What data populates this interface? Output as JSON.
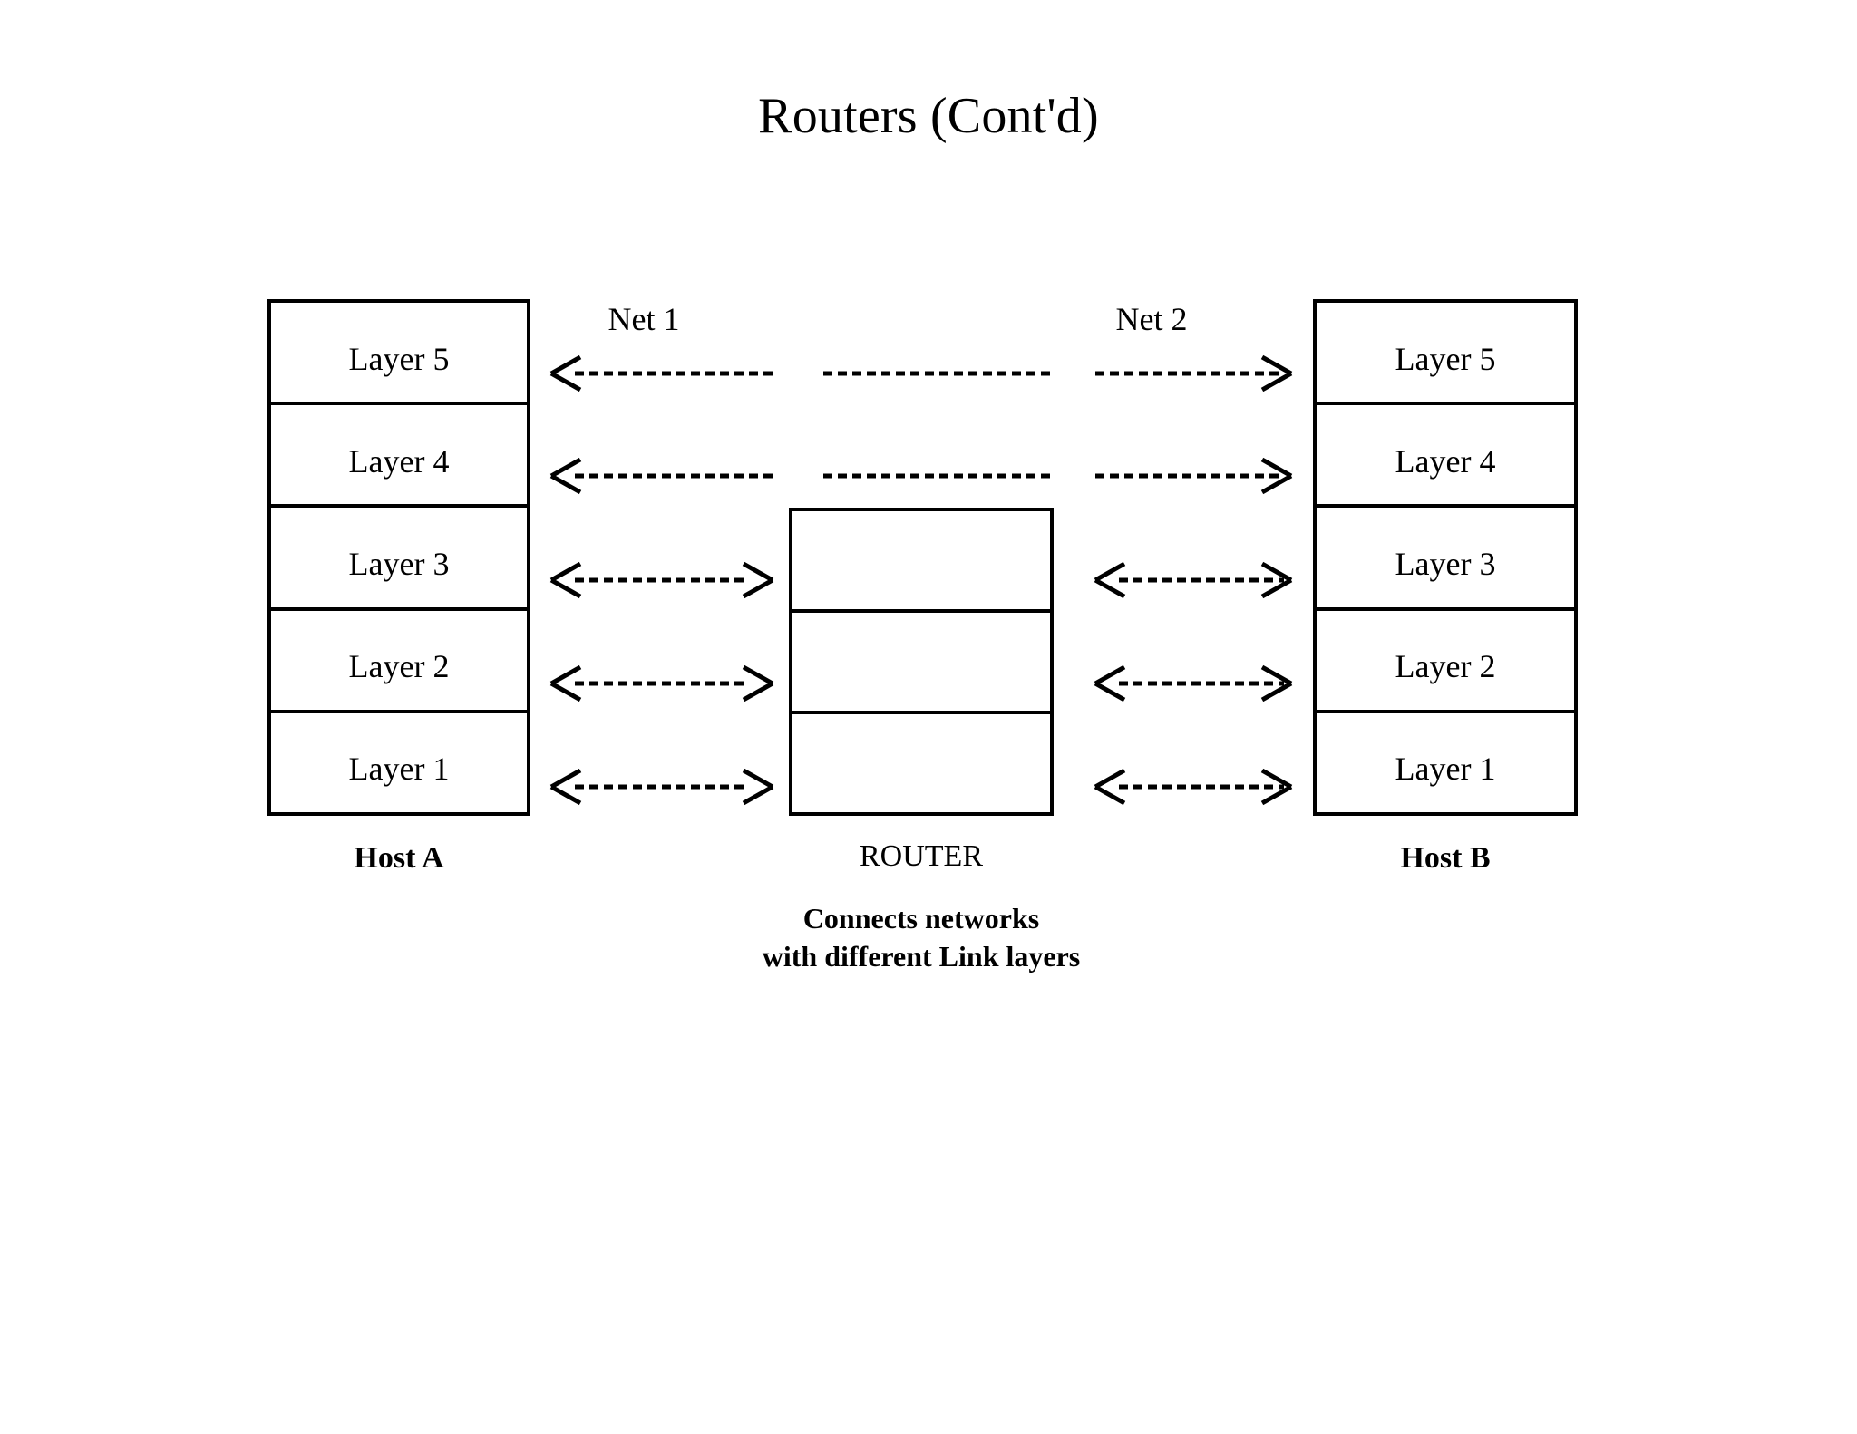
{
  "slide": {
    "title": "Routers (Cont'd)",
    "background_color": "#ffffff",
    "ink_color": "#000000"
  },
  "diagram": {
    "type": "protocol-stack-diagram",
    "hosts": [
      {
        "id": "host-a",
        "caption": "Host A",
        "layers": [
          {
            "label": "Layer 5"
          },
          {
            "label": "Layer 4"
          },
          {
            "label": "Layer 3"
          },
          {
            "label": "Layer 2"
          },
          {
            "label": "Layer 1"
          }
        ]
      },
      {
        "id": "host-b",
        "caption": "Host B",
        "layers": [
          {
            "label": "Layer 5"
          },
          {
            "label": "Layer 4"
          },
          {
            "label": "Layer 3"
          },
          {
            "label": "Layer 2"
          },
          {
            "label": "Layer 1"
          }
        ]
      }
    ],
    "router": {
      "caption": "ROUTER",
      "cells": [
        {
          "label": ""
        },
        {
          "label": ""
        },
        {
          "label": ""
        }
      ],
      "note_line_1": "Connects networks",
      "note_line_2": "with different Link layers"
    },
    "network_labels": [
      {
        "id": "net-1",
        "label": "Net 1"
      },
      {
        "id": "net-2",
        "label": "Net 2"
      }
    ],
    "connections": [
      {
        "layer": "Layer 5",
        "style": "dashed",
        "span": "end-to-end",
        "arrowheads": "both",
        "segments": 3
      },
      {
        "layer": "Layer 4",
        "style": "dashed",
        "span": "end-to-end",
        "arrowheads": "both",
        "segments": 3
      },
      {
        "layer": "Layer 3",
        "style": "dashed",
        "span": "hop-by-hop",
        "arrowheads": "both",
        "segments": 2
      },
      {
        "layer": "Layer 2",
        "style": "dashed",
        "span": "hop-by-hop",
        "arrowheads": "both",
        "segments": 2
      },
      {
        "layer": "Layer 1",
        "style": "dashed",
        "span": "hop-by-hop",
        "arrowheads": "both",
        "segments": 2
      }
    ]
  }
}
